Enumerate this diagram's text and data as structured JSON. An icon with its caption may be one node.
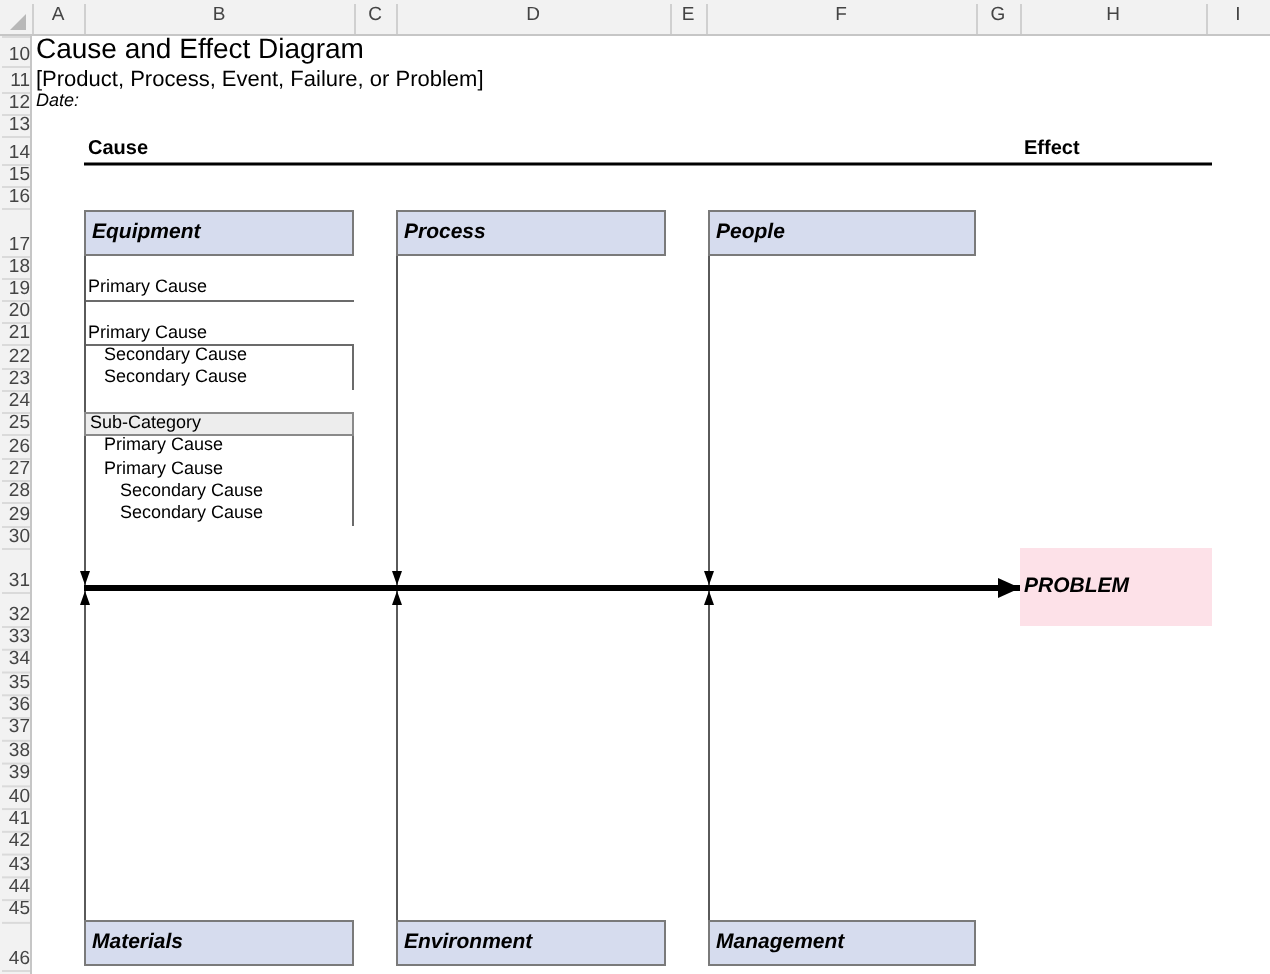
{
  "diagram": {
    "title": "Cause and Effect Diagram",
    "nodes": [
      {
        "text": [
          "Equipment"
        ]
      },
      {
        "text": [
          "Process"
        ]
      },
      {
        "text": [
          "People"
        ]
      },
      {
        "text": [
          "Sub-Category"
        ]
      },
      {
        "text": [
          "PROBLEM"
        ]
      },
      {
        "text": [
          "Materials"
        ]
      },
      {
        "text": [
          "Environment"
        ]
      },
      {
        "text": [
          "Management"
        ]
      }
    ],
    "edges": [
      {
        "from": 0,
        "to": null,
        "arrow": "to"
      },
      {
        "from": 1,
        "to": null,
        "arrow": "to"
      },
      {
        "from": 2,
        "to": null,
        "arrow": "to"
      },
      {
        "from": 5,
        "to": null,
        "arrow": "to"
      },
      {
        "from": 6,
        "to": null,
        "arrow": "to"
      },
      {
        "from": 7,
        "to": null,
        "arrow": "to"
      },
      {
        "from": null,
        "to": 4,
        "arrow": "to",
        "style": "thick",
        "color": "#000000"
      }
    ],
    "labels": [
      "A",
      "B",
      "C",
      "D",
      "E",
      "F",
      "G",
      "H",
      "I",
      "10",
      "11",
      "12",
      "13",
      "14",
      "15",
      "16",
      "17",
      "18",
      "19",
      "20",
      "21",
      "22",
      "23",
      "24",
      "25",
      "26",
      "27",
      "28",
      "29",
      "30",
      "31",
      "32",
      "33",
      "34",
      "35",
      "36",
      "37",
      "38",
      "39",
      "40",
      "41",
      "42",
      "43",
      "44",
      "45",
      "46",
      "[Product, Process, Event, Failure, or Problem]",
      "Date:",
      "Cause",
      "Effect",
      "Primary Cause",
      "Primary Cause",
      "Secondary Cause",
      "Secondary Cause",
      "Primary Cause",
      "Primary Cause",
      "Secondary Cause",
      "Secondary Cause"
    ]
  }
}
